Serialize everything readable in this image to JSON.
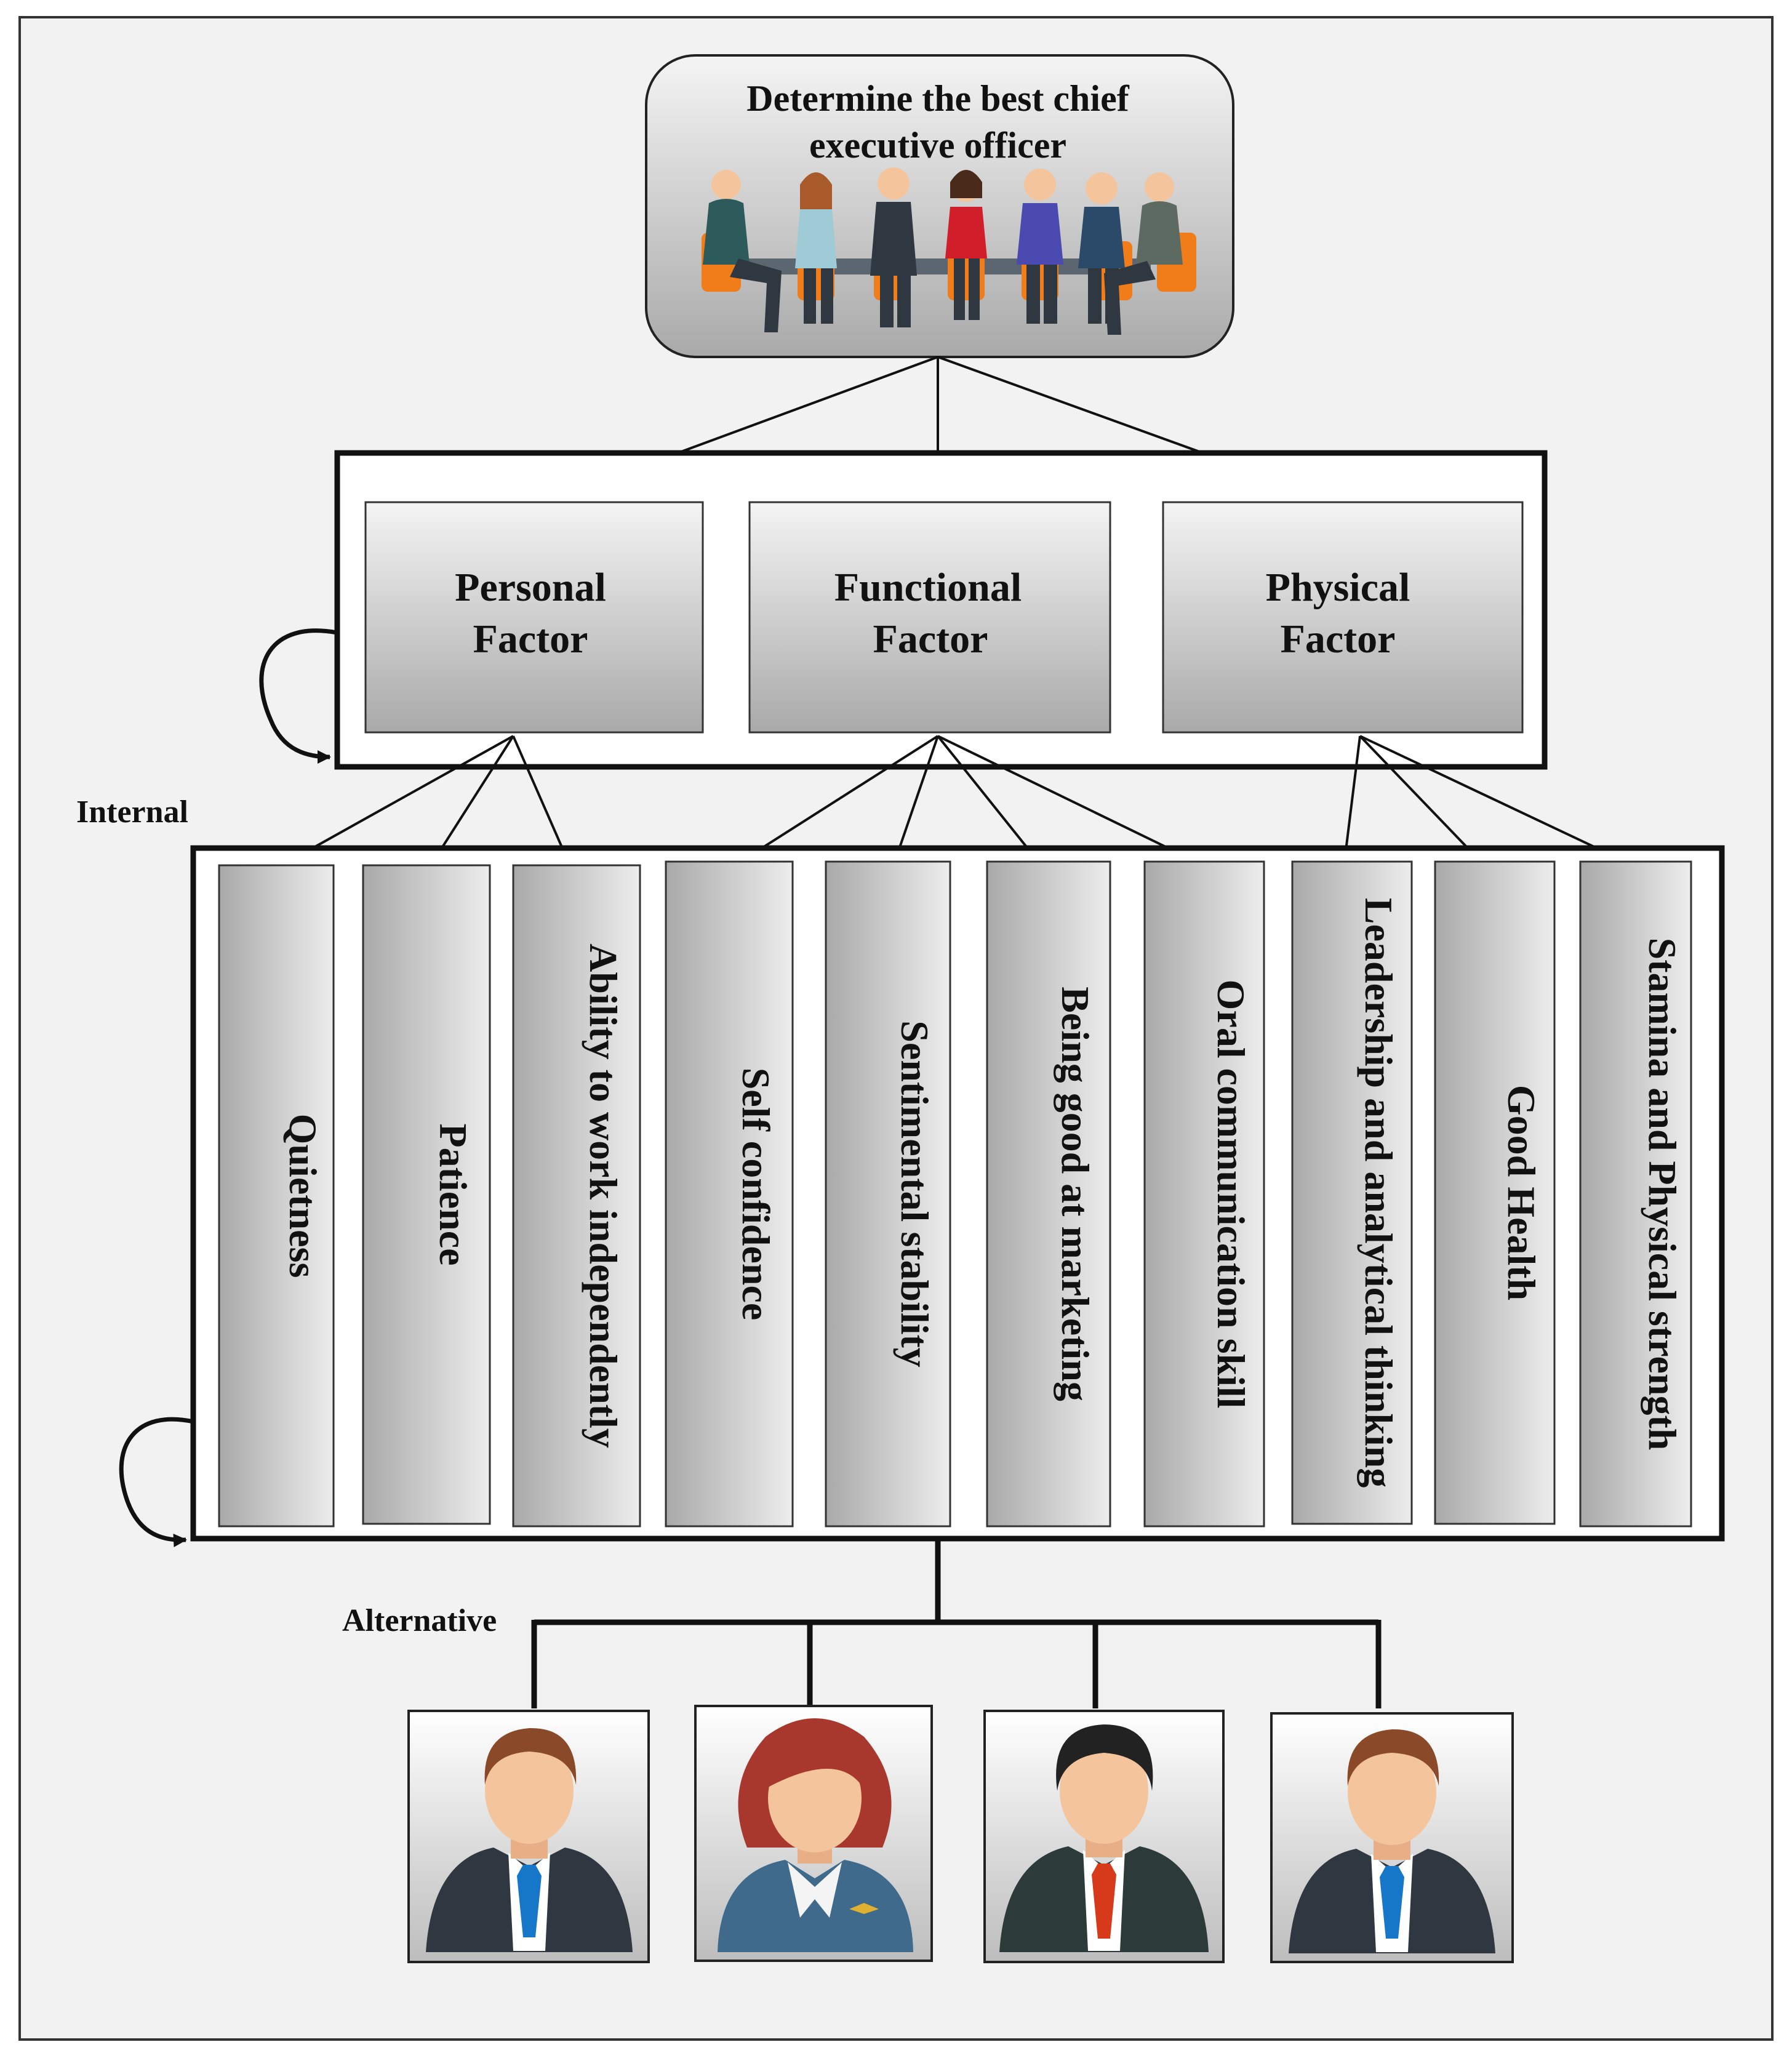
{
  "goal": {
    "line1": "Determine the best chief",
    "line2": "executive officer"
  },
  "factors": [
    {
      "line1": "Personal",
      "line2": "Factor"
    },
    {
      "line1": "Functional",
      "line2": "Factor"
    },
    {
      "line1": "Physical",
      "line2": "Factor"
    }
  ],
  "internal_label": "Internal",
  "criteria": [
    "Quietness",
    "Patience",
    "Ability to work independently",
    "Self confidence",
    "Sentimental stability",
    "Being good at marketing",
    "Oral communication skill",
    "Leadership and analytical thinking",
    "Good Health",
    "Stamina and Physical strength"
  ],
  "alternative_label": "Alternative",
  "alternatives": [
    {
      "icon": "man-avatar-blue-tie-icon"
    },
    {
      "icon": "woman-avatar-icon"
    },
    {
      "icon": "man-avatar-red-tie-icon"
    },
    {
      "icon": "man-avatar-blue-tie-icon"
    }
  ],
  "colors": {
    "box_top": "#f4f4f4",
    "box_bottom": "#a9a9a9",
    "suit": "#2f3740",
    "tie_blue": "#1677c9",
    "tie_red": "#d63a1a",
    "chair": "#f07d1a",
    "skin": "#f4c59c",
    "hair_brown": "#8a4a2a",
    "hair_black": "#222222",
    "woman_hair": "#a8382e",
    "woman_suit": "#3f6a8c"
  }
}
